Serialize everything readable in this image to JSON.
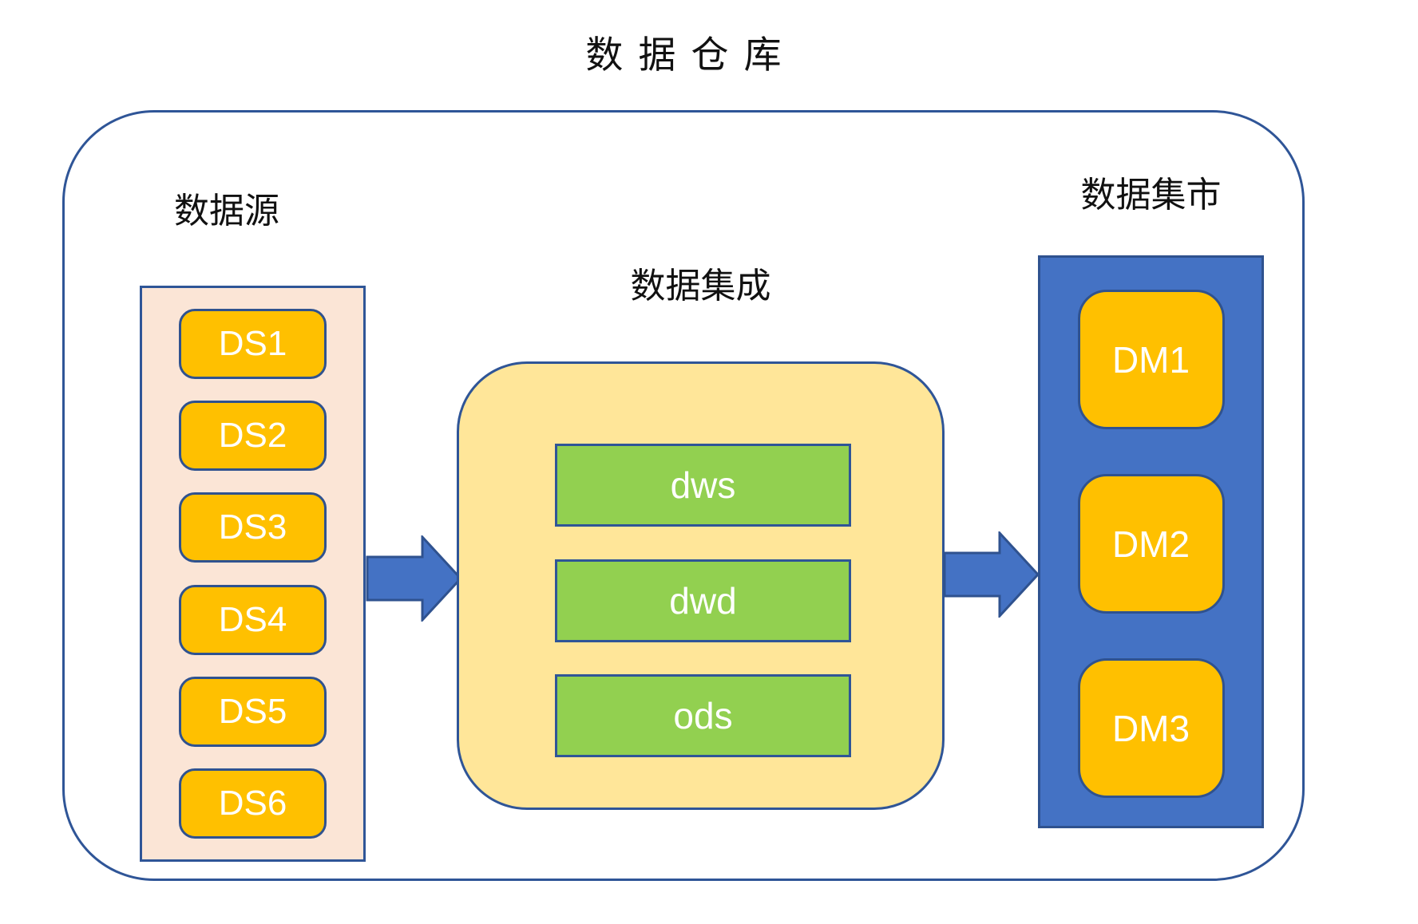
{
  "title": "数 据 仓 库",
  "sections": {
    "sources": {
      "label": "数据源",
      "items": [
        "DS1",
        "DS2",
        "DS3",
        "DS4",
        "DS5",
        "DS6"
      ]
    },
    "integration": {
      "label": "数据集成",
      "items": [
        "dws",
        "dwd",
        "ods"
      ]
    },
    "marts": {
      "label": "数据集市",
      "items": [
        "DM1",
        "DM2",
        "DM3"
      ]
    }
  },
  "icons": {
    "flow_arrows": [
      "right-arrow",
      "right-arrow"
    ]
  },
  "colors": {
    "boundary_border": "#2F5597",
    "sources_panel_bg": "#FBE5D6",
    "integration_panel_bg": "#FFE699",
    "marts_panel_bg": "#4472C4",
    "node_gold": "#FFC000",
    "node_green": "#92D050",
    "node_border": "#2F528F",
    "arrow_fill": "#4472C4",
    "arrow_border": "#2F528F",
    "label_text": "#111111",
    "node_text": "#FFFFFF"
  }
}
